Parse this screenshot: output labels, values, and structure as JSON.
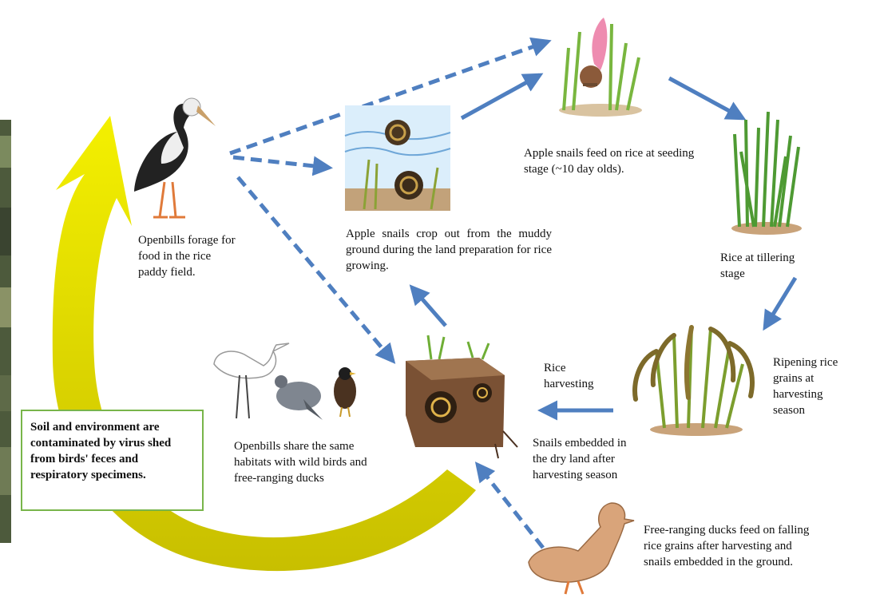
{
  "colors": {
    "cycle_arrow": "#e8e000",
    "solid_arrow": "#4f7fc0",
    "dashed_arrow": "#4f7fc0",
    "note_border": "#78b54a"
  },
  "nodes": {
    "openbill": {
      "icon": "openbill-stork",
      "caption": "Openbills forage for food in the rice paddy field."
    },
    "snails_crop": {
      "icon": "apple-snails-in-water",
      "caption": "Apple snails crop out from the muddy ground during the land preparation for rice growing."
    },
    "snails_feed": {
      "icon": "snail-on-rice-seedling",
      "caption": "Apple snails feed on rice at seeding stage (~10 day olds)."
    },
    "rice_tillering": {
      "icon": "rice-tillering-plant",
      "caption": "Rice at tillering stage"
    },
    "rice_ripening": {
      "icon": "ripening-rice-plant",
      "caption": "Ripening rice grains at harvesting season"
    },
    "rice_harvesting": {
      "caption": "Rice harvesting"
    },
    "snails_embedded": {
      "icon": "snails-in-dry-soil",
      "caption": "Snails embedded in the dry land after harvesting season"
    },
    "wild_birds": {
      "icon": "egret-pigeon-myna",
      "caption": "Openbills share the same habitats with wild birds and free-ranging ducks"
    },
    "ducks": {
      "icon": "free-ranging-duck",
      "caption": "Free-ranging ducks feed on falling rice grains after harvesting and snails embedded in the ground."
    }
  },
  "note": {
    "text": "Soil and environment are contaminated by virus shed from birds' feces and respiratory specimens."
  }
}
